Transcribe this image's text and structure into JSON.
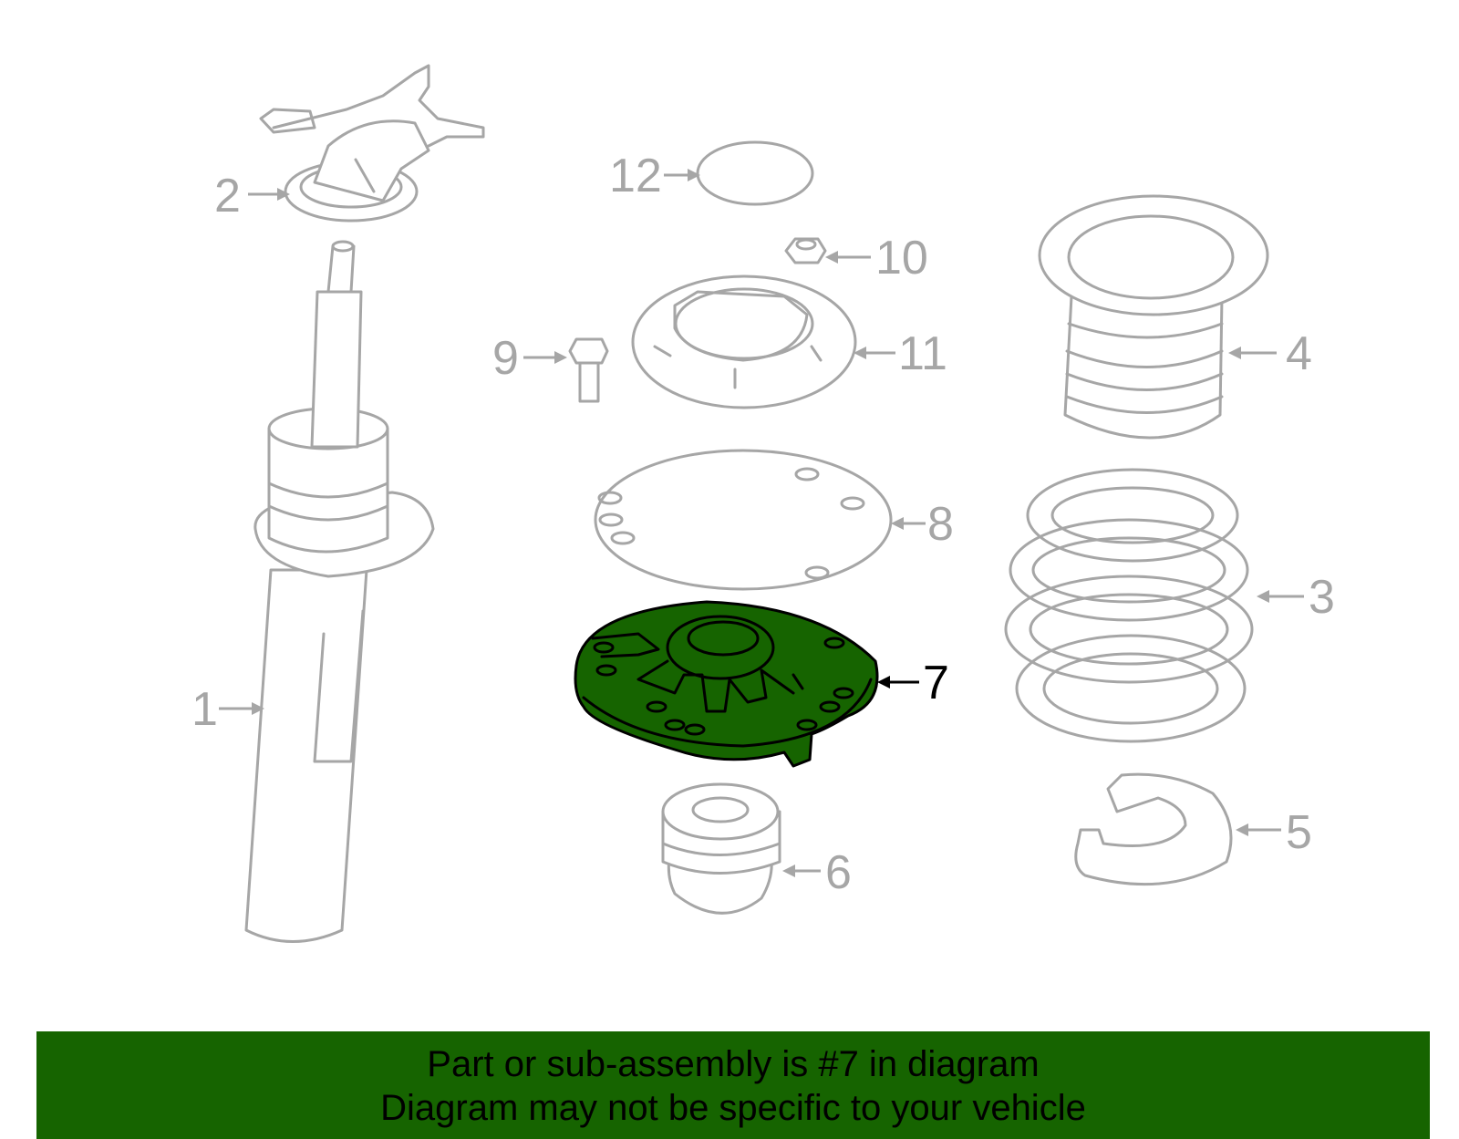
{
  "diagram": {
    "highlight_color": "#166400",
    "callouts": {
      "c1": "1",
      "c2": "2",
      "c3": "3",
      "c4": "4",
      "c5": "5",
      "c6": "6",
      "c7": "7",
      "c8": "8",
      "c9": "9",
      "c10": "10",
      "c11": "11",
      "c12": "12"
    },
    "highlighted_part": "7"
  },
  "banner": {
    "line1": "Part or sub-assembly is #7 in diagram",
    "line2": "Diagram may not be specific to your vehicle",
    "background": "#166400"
  }
}
